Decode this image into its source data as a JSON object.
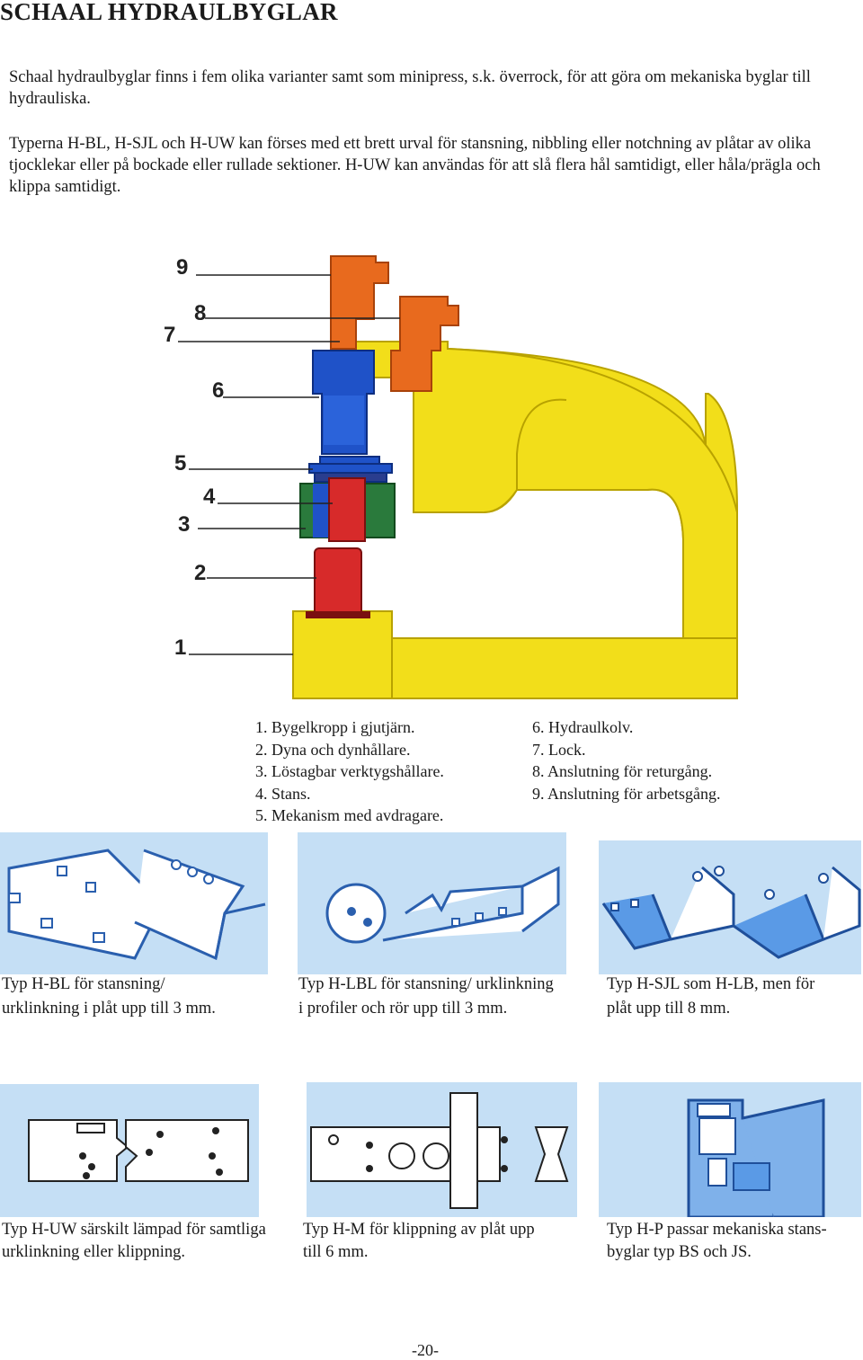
{
  "page": {
    "title": "SCHAAL HYDRAULBYGLAR",
    "intro": "Schaal hydraulbyglar finns i fem olika varianter samt som minipress, s.k. överrock, för att göra om mekaniska byglar till hydrauliska.",
    "description": "Typerna H-BL, H-SJL och H-UW kan förses med ett brett urval för stansning, nibbling eller notchning av plåtar av olika tjocklekar eller på bockade eller rullade sektioner. H-UW kan användas för att slå flera hål samtidigt, eller håla/prägla och klippa samtidigt.",
    "page_number": "-20-"
  },
  "diagram": {
    "callouts": [
      "9",
      "8",
      "7",
      "6",
      "5",
      "4",
      "3",
      "2",
      "1"
    ],
    "colors": {
      "body": "#f2de1a",
      "connection": "#e86a1e",
      "piston": "#1f52c8",
      "holder": "#2a7a3c",
      "punch": "#d72a2a"
    }
  },
  "legend": {
    "left": [
      "1.  Bygelkropp i gjutjärn.",
      "2. Dyna och dynhållare.",
      "3. Löstagbar verktygshållare.",
      "4. Stans.",
      "5. Mekanism med avdragare."
    ],
    "right": [
      "6. Hydraulkolv.",
      "7. Lock.",
      "8. Anslutning för returgång.",
      "9. Anslutning för arbetsgång."
    ]
  },
  "variants_row1": [
    {
      "line1": "Typ H-BL för stansning/",
      "line2": "urklinkning i plåt upp till 3 mm.",
      "icon": "sheet-punching-icon"
    },
    {
      "line1": "Typ H-LBL för stansning/ urklinkning",
      "line2": "i profiler och rör upp till 3 mm.",
      "icon": "profile-punching-icon"
    },
    {
      "line1": "Typ H-SJL som H-LB, men för",
      "line2": "plåt upp till 8 mm.",
      "icon": "channel-punching-icon"
    }
  ],
  "variants_row2": [
    {
      "line1": "Typ H-UW särskilt lämpad för samtliga",
      "line2": "urklinkning eller klippning.",
      "icon": "notching-icon"
    },
    {
      "line1": "Typ H-M för klippning av plåt  upp",
      "line2": "till 6 mm.",
      "icon": "shearing-icon"
    },
    {
      "line1": "Typ H-P passar mekaniska  stans-",
      "line2": "byglar typ BS och JS.",
      "icon": "press-adapter-icon"
    }
  ]
}
